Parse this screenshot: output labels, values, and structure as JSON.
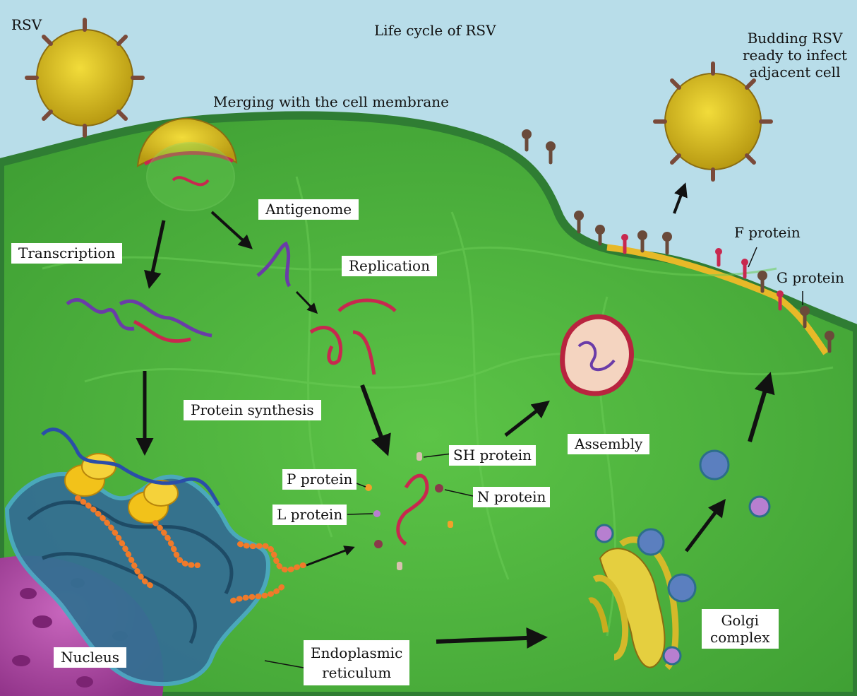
{
  "labels": {
    "rsv": "RSV",
    "title": "Life cycle of RSV",
    "budding_line1": "Budding RSV",
    "budding_line2": "ready to infect",
    "budding_line3": "adjacent cell",
    "merging": "Merging with the cell membrane",
    "antigenome": "Antigenome",
    "transcription": "Transcription",
    "replication": "Replication",
    "f_protein": "F protein",
    "g_protein": "G protein",
    "protein_synthesis": "Protein synthesis",
    "sh_protein": "SH protein",
    "assembly": "Assembly",
    "p_protein": "P protein",
    "n_protein": "N protein",
    "l_protein": "L protein",
    "golgi_line1": "Golgi",
    "golgi_line2": "complex",
    "nucleus": "Nucleus",
    "er_line1": "Endoplasmic",
    "er_line2": "reticulum"
  },
  "colors": {
    "sky": "#b8dde9",
    "cytoplasm": "#4eb33c",
    "membrane": "#2f7d33",
    "nucleus": "#b04fa8",
    "er": "#2e6f86",
    "golgi": "#d7c23a",
    "virion": "#d9c22a",
    "rna_red": "#c8284f",
    "rna_purple": "#6a3ca8",
    "ribosome": "#f2c21a",
    "peptide": "#f07a2a",
    "arrow": "#111111"
  }
}
